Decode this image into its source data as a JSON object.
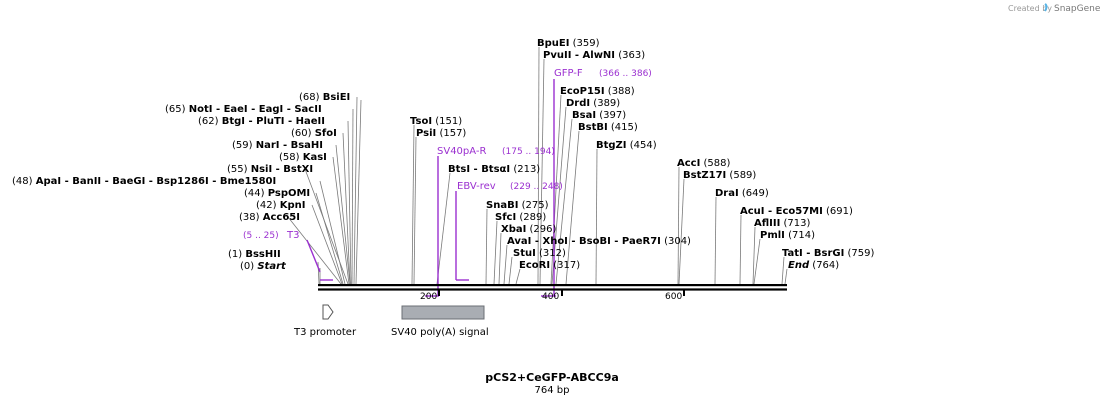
{
  "credit": {
    "text": "Created by",
    "brand": "SnapGene"
  },
  "plasmid": {
    "name": "pCS2+CeGFP-ABCC9a",
    "length": "764 bp"
  },
  "axis": {
    "ticks": [
      "200",
      "400",
      "600"
    ]
  },
  "site_labels": [
    {
      "pos": "(1)",
      "left": "",
      "names": [
        "BssHII"
      ]
    },
    {
      "pos": "(0)",
      "left": "",
      "names": [
        "Start"
      ],
      "italic": true
    },
    {
      "pos": "(38)",
      "names": [
        "Acc65I"
      ]
    },
    {
      "pos": "(42)",
      "names": [
        "KpnI"
      ]
    },
    {
      "pos": "(44)",
      "names": [
        "PspOMI"
      ]
    },
    {
      "pos": "(48)",
      "names": [
        "ApaI",
        "BanII",
        "BaeGI",
        "Bsp1286I",
        "Bme1580I"
      ]
    },
    {
      "pos": "(55)",
      "names": [
        "NsiI",
        "BstXI"
      ]
    },
    {
      "pos": "(58)",
      "names": [
        "KasI"
      ]
    },
    {
      "pos": "(59)",
      "names": [
        "NarI",
        "BsaHI"
      ]
    },
    {
      "pos": "(60)",
      "names": [
        "SfoI"
      ]
    },
    {
      "pos": "(62)",
      "names": [
        "BtgI",
        "PluTI",
        "HaeII"
      ]
    },
    {
      "pos": "(65)",
      "names": [
        "NotI",
        "EaeI",
        "EagI",
        "SacII"
      ]
    },
    {
      "pos": "(68)",
      "names": [
        "BsiEI"
      ]
    },
    {
      "pos": "(151)",
      "names": [
        "TsoI"
      ],
      "pos_right": true
    },
    {
      "pos": "(157)",
      "names": [
        "PsiI"
      ],
      "pos_right": true
    },
    {
      "pos": "(213)",
      "names": [
        "BtsI",
        "BtsαI"
      ],
      "pos_right": true
    },
    {
      "pos": "(275)",
      "names": [
        "SnaBI"
      ],
      "pos_right": true
    },
    {
      "pos": "(289)",
      "names": [
        "SfcI"
      ],
      "pos_right": true
    },
    {
      "pos": "(296)",
      "names": [
        "XbaI"
      ],
      "pos_right": true
    },
    {
      "pos": "(304)",
      "names": [
        "AvaI",
        "XhoI",
        "BsoBI",
        "PaeR7I"
      ],
      "pos_right": true
    },
    {
      "pos": "(312)",
      "names": [
        "StuI"
      ],
      "pos_right": true
    },
    {
      "pos": "(317)",
      "names": [
        "EcoRI"
      ],
      "pos_right": true
    },
    {
      "pos": "(359)",
      "names": [
        "BpuEI"
      ],
      "pos_right": true
    },
    {
      "pos": "(363)",
      "names": [
        "PvuII",
        "AlwNI"
      ],
      "pos_right": true
    },
    {
      "pos": "(388)",
      "names": [
        "EcoP15I"
      ],
      "pos_right": true
    },
    {
      "pos": "(389)",
      "names": [
        "DrdI"
      ],
      "pos_right": true
    },
    {
      "pos": "(397)",
      "names": [
        "BsaI"
      ],
      "pos_right": true
    },
    {
      "pos": "(415)",
      "names": [
        "BstBI"
      ],
      "pos_right": true
    },
    {
      "pos": "(454)",
      "names": [
        "BtgZI"
      ],
      "pos_right": true
    },
    {
      "pos": "(588)",
      "names": [
        "AccI"
      ],
      "pos_right": true
    },
    {
      "pos": "(589)",
      "names": [
        "BstZ17I"
      ],
      "pos_right": true
    },
    {
      "pos": "(649)",
      "names": [
        "DraI"
      ],
      "pos_right": true
    },
    {
      "pos": "(691)",
      "names": [
        "AcuI",
        "Eco57MI"
      ],
      "pos_right": true
    },
    {
      "pos": "(713)",
      "names": [
        "AflIII"
      ],
      "pos_right": true
    },
    {
      "pos": "(714)",
      "names": [
        "PmlI"
      ],
      "pos_right": true
    },
    {
      "pos": "(759)",
      "names": [
        "TatI",
        "BsrGI"
      ],
      "pos_right": true
    },
    {
      "pos": "(764)",
      "names": [
        "End"
      ],
      "pos_right": true,
      "italic": true
    }
  ],
  "primers": [
    {
      "name": "T3",
      "range": "(5 .. 25)"
    },
    {
      "name": "SV40pA-R",
      "range": "(175 .. 194)"
    },
    {
      "name": "EBV-rev",
      "range": "(229 .. 248)"
    },
    {
      "name": "GFP-F",
      "range": "(366 .. 386)"
    }
  ],
  "features": [
    {
      "name": "T3 promoter",
      "type": "promoter"
    },
    {
      "name": "SV40 poly(A) signal",
      "type": "polyA_signal"
    }
  ],
  "colors": {
    "primer": "#9b30d0",
    "feature_fill": "#a9adb3",
    "line": "#7a7a7a",
    "backbone": "#000000"
  }
}
